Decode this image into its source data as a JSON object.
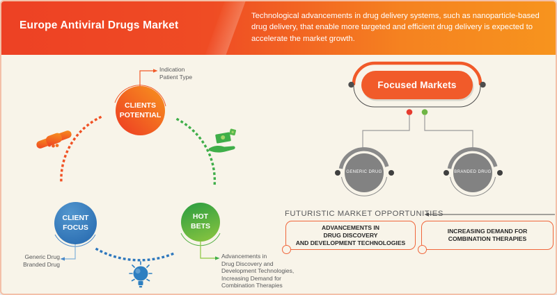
{
  "header": {
    "title": "Europe Antiviral Drugs Market",
    "description": "Technological advancements in drug delivery systems, such as nanoparticle-based drug delivery, that enable more targeted and efficient drug delivery is expected to accelerate the market growth.",
    "gradient_left": "#ed4124",
    "gradient_right": "#f7941e"
  },
  "cycle": {
    "nodes": [
      {
        "id": "clients-potential",
        "label": "CLIENTS\nPOTENTIAL",
        "color": "#f15a29",
        "annotation": "Indication\nPatient Type"
      },
      {
        "id": "client-focus",
        "label": "CLIENT\nFOCUS",
        "color": "#3b7fc2",
        "annotation": "Generic Drug\nBranded Drug"
      },
      {
        "id": "hot-bets",
        "label": "HOT\nBETS",
        "color": "#50b848",
        "annotation": "Advancements in\nDrug Discovery and\nDevelopment Technologies,\nIncreasing Demand for\nCombination Therapies"
      }
    ],
    "icons": [
      "handshake-icon",
      "money-hand-icon",
      "lightbulb-icon"
    ],
    "arc_colors": {
      "left": "#f05124",
      "right": "#3fae49",
      "bottom": "#2d77bd"
    }
  },
  "focused_markets": {
    "title": "Focused Markets",
    "color": "#f15b2a",
    "children": [
      {
        "label": "GENERIC DRUG",
        "dot_color": "#e63b2f"
      },
      {
        "label": "BRANDED DRUG",
        "dot_color": "#6fb545"
      }
    ]
  },
  "opportunities": {
    "heading": "FUTURISTIC MARKET OPPORTUNITIES",
    "items": [
      {
        "label": "ADVANCEMENTS IN\nDRUG DISCOVERY\nAND DEVELOPMENT TECHNOLOGIES"
      },
      {
        "label": "INCREASING DEMAND FOR\nCOMBINATION THERAPIES"
      }
    ]
  }
}
